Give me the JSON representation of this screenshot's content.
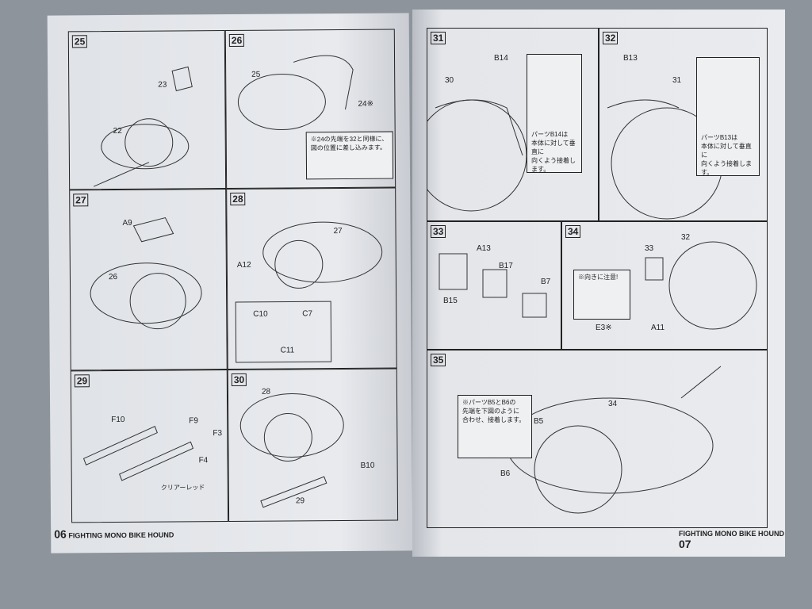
{
  "left_page": {
    "page_number": "06",
    "title": "FIGHTING MONO BIKE HOUND",
    "steps": [
      {
        "number": "25",
        "labels": [
          "23",
          "22"
        ]
      },
      {
        "number": "26",
        "labels": [
          "25",
          "24※"
        ],
        "note": [
          "※24の先端を32と同様に、",
          "図の位置に差し込みます。"
        ]
      },
      {
        "number": "27",
        "labels": [
          "A9",
          "26"
        ]
      },
      {
        "number": "28",
        "labels": [
          "27",
          "A12",
          "C10",
          "C7",
          "C11"
        ]
      },
      {
        "number": "29",
        "labels": [
          "F10",
          "F9",
          "F3",
          "F4",
          "クリアーレッド"
        ]
      },
      {
        "number": "30",
        "labels": [
          "28",
          "B10",
          "29"
        ]
      }
    ]
  },
  "right_page": {
    "page_number": "07",
    "title": "FIGHTING MONO BIKE HOUND",
    "steps": [
      {
        "number": "31",
        "labels": [
          "B14",
          "30"
        ],
        "note": [
          "パーツB14は",
          "本体に対して垂直に",
          "向くよう接着します。"
        ]
      },
      {
        "number": "32",
        "labels": [
          "B13",
          "31"
        ],
        "note": [
          "パーツB13は",
          "本体に対して垂直に",
          "向くよう接着します。"
        ]
      },
      {
        "number": "33",
        "labels": [
          "A13",
          "B17",
          "B7",
          "B15"
        ]
      },
      {
        "number": "34",
        "labels": [
          "33",
          "32",
          "E3※",
          "A11"
        ],
        "note": [
          "※向きに注意!"
        ]
      },
      {
        "number": "35",
        "labels": [
          "34",
          "B5",
          "B6"
        ],
        "note": [
          "※パーツB5とB6の",
          "先端を下図のように",
          "合わせ、接着します。"
        ]
      }
    ]
  }
}
